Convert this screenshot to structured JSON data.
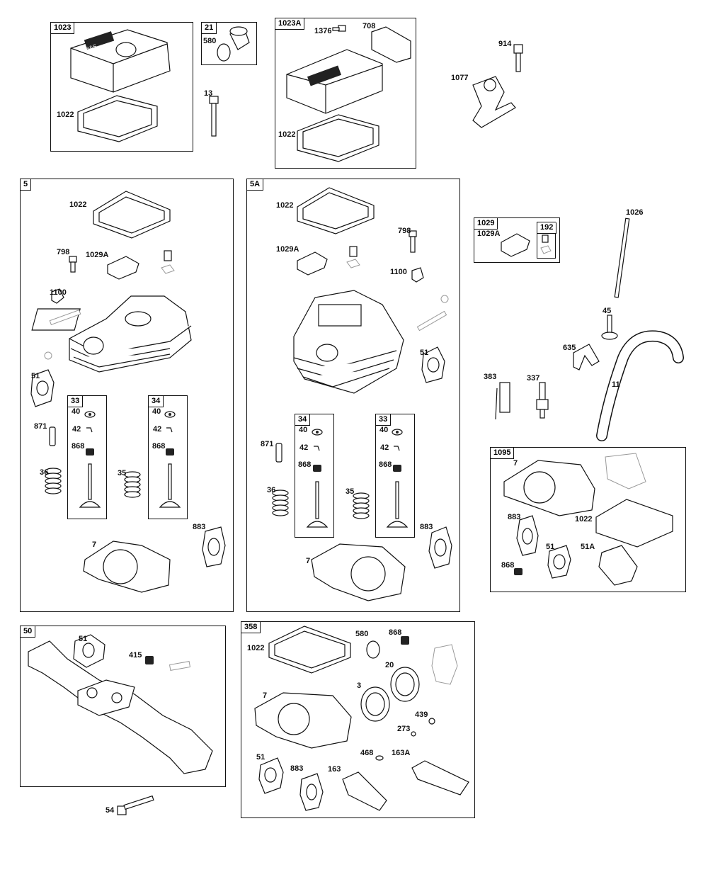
{
  "boxes": {
    "b1023": "1023",
    "b21": "21",
    "b1023a": "1023A",
    "b5": "5",
    "b5a": "5A",
    "b1029": "1029",
    "b192": "192",
    "b1095": "1095",
    "b50": "50",
    "b358": "358",
    "b33a": "33",
    "b34a": "34",
    "b34b": "34",
    "b33b": "33"
  },
  "labels": {
    "l1022a": "1022",
    "l580a": "580",
    "l13": "13",
    "l1376": "1376",
    "l708": "708",
    "l1022b": "1022",
    "l914": "914",
    "l1077": "1077",
    "l1022c": "1022",
    "l798a": "798",
    "l1029a1": "1029A",
    "l1100a": "1100",
    "l51a": "51",
    "l871a": "871",
    "l36a": "36",
    "l35a": "35",
    "l7a": "7",
    "l883a": "883",
    "l40a": "40",
    "l42a": "42",
    "l868a": "868",
    "l40b": "40",
    "l42b": "42",
    "l868b": "868",
    "l1022d": "1022",
    "l798b": "798",
    "l1029a2": "1029A",
    "l1100b": "1100",
    "l51b": "51",
    "l871b": "871",
    "l36b": "36",
    "l35b": "35",
    "l7b": "7",
    "l883b": "883",
    "l40c": "40",
    "l42c": "42",
    "l868c": "868",
    "l40d": "40",
    "l42d": "42",
    "l868d": "868",
    "l1029a3": "1029A",
    "l1026": "1026",
    "l45": "45",
    "l635": "635",
    "l383": "383",
    "l337": "337",
    "l11": "11",
    "l7c": "7",
    "l883c": "883",
    "l1022e": "1022",
    "l51c": "51",
    "l51A": "51A",
    "l868e": "868",
    "l51d": "51",
    "l415": "415",
    "l54": "54",
    "l1022f": "1022",
    "l580b": "580",
    "l868f": "868",
    "l20": "20",
    "l3": "3",
    "l7d": "7",
    "l439": "439",
    "l273": "273",
    "l468": "468",
    "l163A": "163A",
    "l51e": "51",
    "l883d": "883",
    "l163": "163"
  },
  "logo_text": "B&S"
}
